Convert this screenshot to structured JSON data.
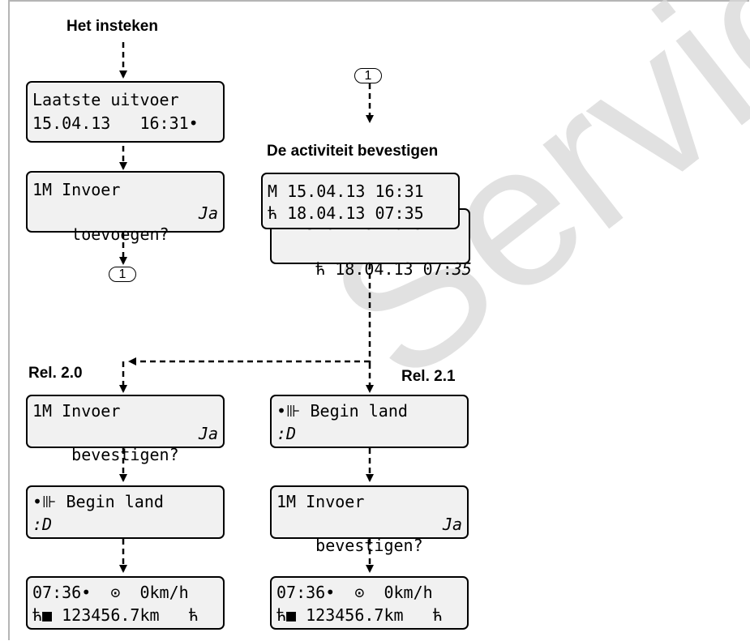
{
  "headings": {
    "insert": "Het insteken",
    "confirm_activity": "De activiteit bevestigen",
    "rel20": "Rel. 2.0",
    "rel21": "Rel. 2.1"
  },
  "markers": {
    "connector": "1"
  },
  "watermark": "Service O",
  "displays": {
    "last_output": {
      "line1": "Laatste uitvoer",
      "line2": "15.04.13   16:31•"
    },
    "add_entry": {
      "line1": "1M Invoer",
      "line2": "toevoegen?",
      "line2_right": "Ja"
    },
    "activity_front": {
      "line1": "M 15.04.13 16:31",
      "line2": "ћ 18.04.13 07:35"
    },
    "activity_back": {
      "line1": "M 15.04.13 16:31",
      "line2": "ћ 18.04.13 07:",
      "line2_italic": "35"
    },
    "left_confirm": {
      "line1": "1M Invoer",
      "line2": "bevestigen?",
      "line2_right": "Ja"
    },
    "left_country": {
      "line1": "•⊪ Begin land",
      "line2": ":D"
    },
    "left_standard": {
      "line1": "07:36•  ⊙  0km/h",
      "line2": "ћ■ 123456.7km   ћ"
    },
    "right_country": {
      "line1": "•⊪ Begin land",
      "line2": ":D"
    },
    "right_confirm": {
      "line1": "1M Invoer",
      "line2": "bevestigen?",
      "line2_right": "Ja"
    },
    "right_standard": {
      "line1": "07:36•  ⊙  0km/h",
      "line2": "ћ■ 123456.7km   ћ"
    }
  }
}
